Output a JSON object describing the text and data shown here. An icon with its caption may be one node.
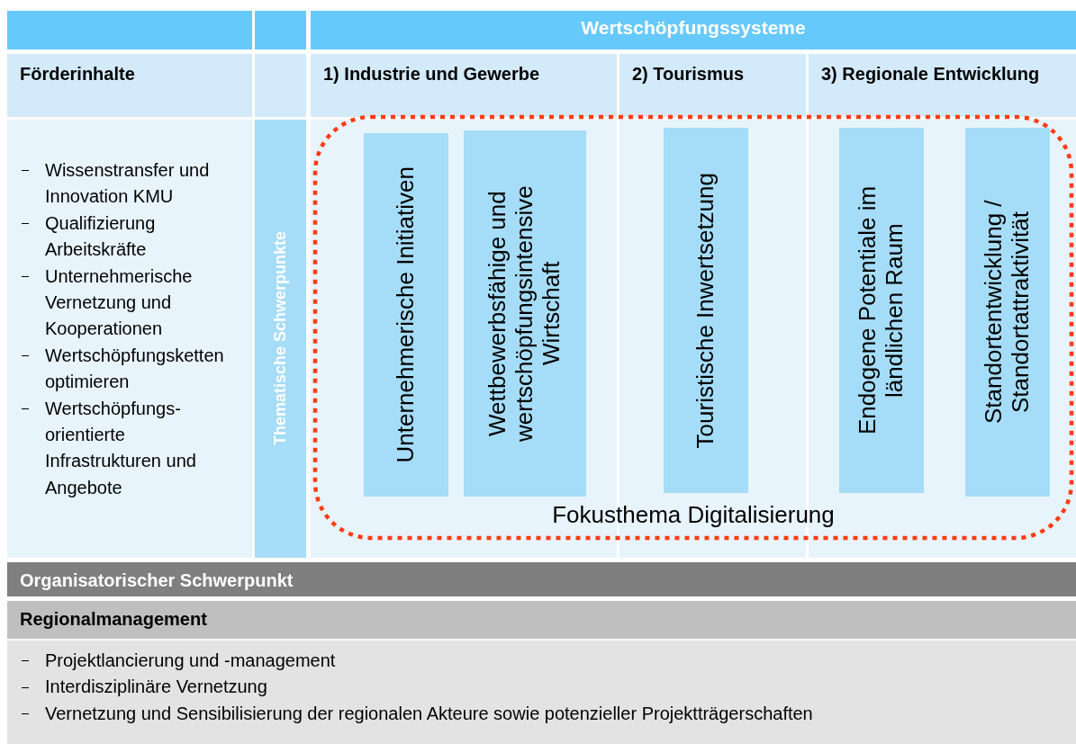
{
  "diagram": {
    "nodes": [
      {
        "text": [
          "Wertschöpfungssysteme"
        ]
      },
      {
        "text": [
          "Förderinhalte"
        ]
      },
      {
        "text": [
          "1) Industrie und Gewerbe"
        ]
      },
      {
        "text": [
          "2) Tourismus"
        ]
      },
      {
        "text": [
          "3) Regionale Entwicklung"
        ]
      },
      {
        "text": [
          "Wissenstransfer und Innovation KMU",
          "Qualifizierung Arbeitskräfte",
          "Unternehmerische Vernetzung und Kooperationen",
          "Wertschöpfungsketten optimieren",
          "Wertschöpfungs-orientierte Infrastrukturen und Angebote"
        ]
      },
      {
        "text": [
          "Thematische Schwerpunkte"
        ]
      },
      {
        "text": [
          "Fokusthema Digitalisierung"
        ]
      },
      {
        "text": [
          "Unternehmerische Initiativen"
        ],
        "in": 7
      },
      {
        "text": [
          "Wettbewerbsfähige und wertschöpfungsintensive Wirtschaft"
        ],
        "in": 7
      },
      {
        "text": [
          "Touristische Inwertsetzung"
        ],
        "in": 7
      },
      {
        "text": [
          "Endogene Potentiale im ländlichen Raum"
        ],
        "in": 7
      },
      {
        "text": [
          "Standortentwicklung / Standortattraktivität"
        ],
        "in": 7
      },
      {
        "text": [
          "Organisatorischer Schwerpunkt"
        ]
      },
      {
        "text": [
          "Regionalmanagement"
        ]
      },
      {
        "text": [
          "Projektlancierung und -management",
          "Interdisziplinäre Vernetzung",
          "Vernetzung und Sensibilisierung der regionalen Akteure sowie potenzieller Projektträgerschaften"
        ]
      }
    ]
  }
}
